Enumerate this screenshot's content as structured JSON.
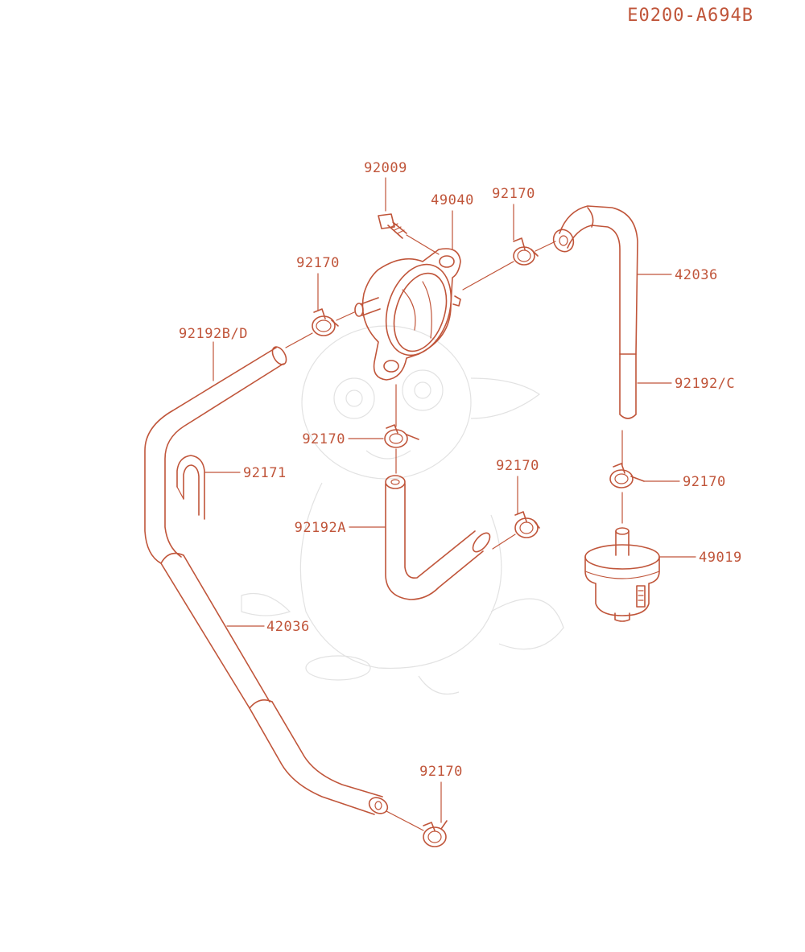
{
  "diagram": {
    "drawing_code": "E0200-A694B",
    "ink_color": "#c0553a",
    "parts": {
      "screw_92009": "92009",
      "fuel_pump_49040": "49040",
      "clamp_top_92170": "92170",
      "hose_top_right_42036": "42036",
      "clamp_left_92170": "92170",
      "hose_left_92192bd": "92192B/D",
      "hose_right_92192c": "92192/C",
      "clamp_center_92170": "92170",
      "clip_92171": "92171",
      "clamp_right_92170": "92170",
      "clamp_mid_92170": "92170",
      "hose_mid_92192a": "92192A",
      "filter_49019": "49019",
      "hose_long_42036": "42036",
      "clamp_bottom_92170": "92170"
    }
  }
}
